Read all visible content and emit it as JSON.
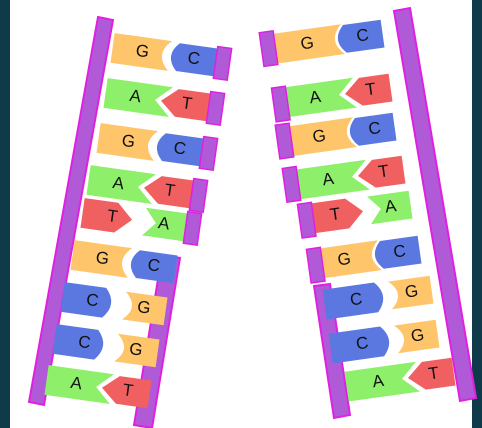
{
  "colors": {
    "frame": "#0f3a4a",
    "backbone_fill": "#b05ad8",
    "backbone_stroke": "#e020e0",
    "G": "#ffc56b",
    "A": "#8ef06a",
    "C": "#5a78e0",
    "T": "#f06060"
  },
  "left_strand": {
    "pairs": [
      {
        "left": "G",
        "right": "C"
      },
      {
        "left": "A",
        "right": "T"
      },
      {
        "left": "G",
        "right": "C"
      },
      {
        "left": "A",
        "right": "T"
      },
      {
        "left": "T",
        "right": "A"
      },
      {
        "left": "G",
        "right": "C"
      },
      {
        "left": "C",
        "right": "G"
      },
      {
        "left": "C",
        "right": "G"
      },
      {
        "left": "A",
        "right": "T"
      }
    ]
  },
  "right_strand": {
    "pairs": [
      {
        "left": "G",
        "right": "C"
      },
      {
        "left": "A",
        "right": "T"
      },
      {
        "left": "G",
        "right": "C"
      },
      {
        "left": "A",
        "right": "T"
      },
      {
        "left": "T",
        "right": "A"
      },
      {
        "left": "G",
        "right": "C"
      },
      {
        "left": "C",
        "right": "G"
      },
      {
        "left": "C",
        "right": "G"
      },
      {
        "left": "A",
        "right": "T"
      }
    ]
  }
}
